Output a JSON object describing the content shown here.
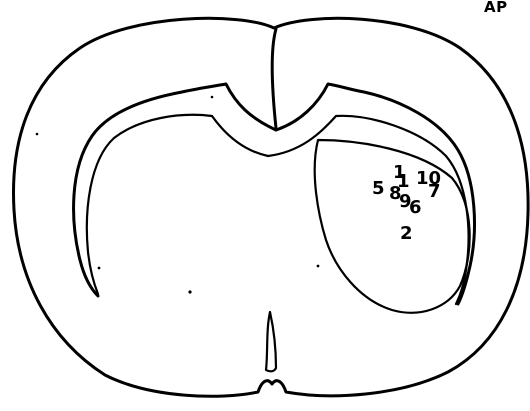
{
  "corner_label": "AP",
  "sites": [
    {
      "label": "1"
    },
    {
      "label": "1"
    },
    {
      "label": "10"
    },
    {
      "label": "5"
    },
    {
      "label": "8"
    },
    {
      "label": "9"
    },
    {
      "label": "7"
    },
    {
      "label": "6"
    },
    {
      "label": "2"
    }
  ],
  "colors": {
    "line": "#000000",
    "background": "#ffffff"
  }
}
